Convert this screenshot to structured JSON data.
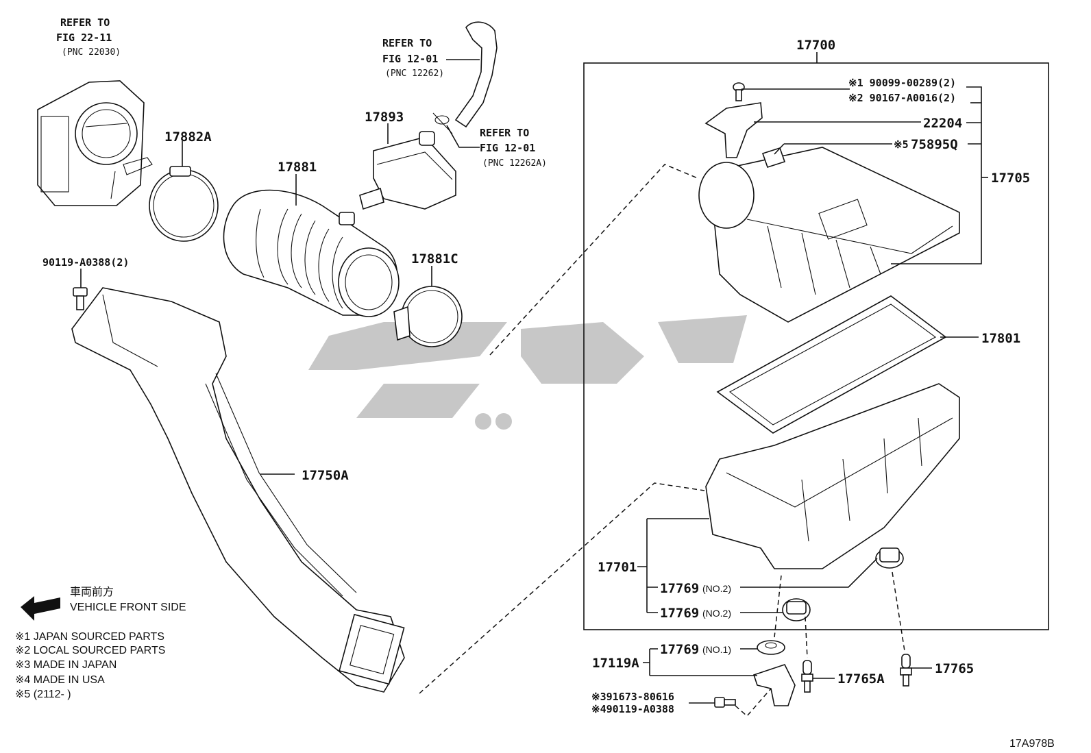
{
  "refs": {
    "throttle": {
      "line1": "REFER TO",
      "line2": "FIG 22-11",
      "line3": "(PNC 22030)"
    },
    "hose": {
      "line1": "REFER TO",
      "line2": "FIG 12-01",
      "line3": "(PNC 12262)"
    },
    "clip": {
      "line1": "REFER TO",
      "line2": "FIG 12-01",
      "line3": "(PNC 12262A)"
    }
  },
  "parts": {
    "p17882A": "17882A",
    "p17881": "17881",
    "p17893": "17893",
    "p17881C": "17881C",
    "p90119": "90119-A0388(2)",
    "p17750A": "17750A",
    "p17700": "17700",
    "p90099": "※1 90099-00289(2)",
    "p90167": "※2 90167-A0016(2)",
    "p22204": "22204",
    "p75895Q_mark": "※5",
    "p75895Q": "75895Q",
    "p17705": "17705",
    "p17801": "17801",
    "p17701": "17701",
    "p17769a": "17769",
    "p17769a_sub": "(NO.2)",
    "p17769b": "17769",
    "p17769b_sub": "(NO.2)",
    "p17119A": "17119A",
    "p17769c": "17769",
    "p17769c_sub": "(NO.1)",
    "p17765A": "17765A",
    "p17765": "17765",
    "p91673": "※391673-80616",
    "p90119b": "※490119-A0388"
  },
  "direction": {
    "jp": "車両前方",
    "en": "VEHICLE FRONT SIDE"
  },
  "notes": [
    "※1 JAPAN SOURCED PARTS",
    "※2 LOCAL SOURCED PARTS",
    "※3 MADE IN JAPAN",
    "※4 MADE IN USA",
    "※5 (2112-      )"
  ],
  "figure_id": "17A978B",
  "colors": {
    "ink": "#111111",
    "watermark": "#bdbdbd",
    "background": "#ffffff"
  }
}
